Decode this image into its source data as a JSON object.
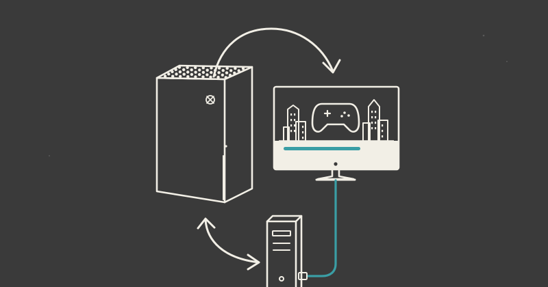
{
  "colors": {
    "background": "#3a3a3a",
    "line": "#f2efe6",
    "accent": "#3a9ea5",
    "screen_fill": "#f2efe6"
  },
  "elements": {
    "console": "xbox-series-x-console",
    "console_logo": "xbox-logo-icon",
    "monitor": "monitor",
    "monitor_screen_art": [
      "city-skyline",
      "gamepad-icon",
      "progress-bar"
    ],
    "pc": "desktop-pc-tower",
    "cable": "pc-to-monitor-cable"
  },
  "arrows": [
    {
      "from": "console",
      "to": "monitor",
      "style": "curved-arrow"
    },
    {
      "from": "pc",
      "to": "console",
      "style": "curved-double-arrow"
    }
  ],
  "monitor_screen": {
    "progress": 1.0
  }
}
